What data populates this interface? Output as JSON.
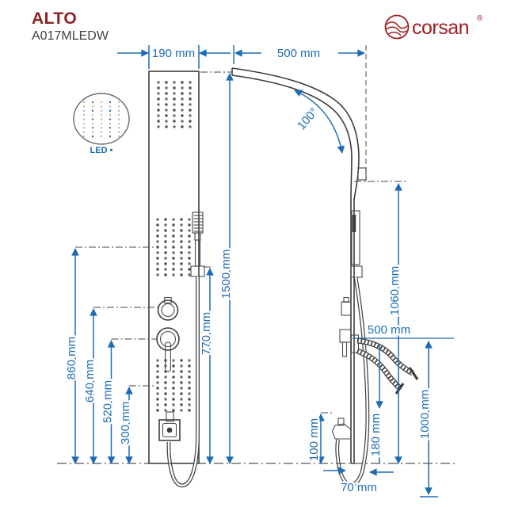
{
  "product": {
    "name": "ALTO",
    "code": "A017MLEDW"
  },
  "brand": {
    "name": "corsan",
    "mark": "®"
  },
  "detail": {
    "label": "LED •"
  },
  "colors": {
    "dimension_blue": "#1e6cb5",
    "title_red": "#8d2123",
    "brand_red": "#a01d21",
    "line_dark": "#3d3d3d"
  },
  "dims": {
    "d190": "190 mm",
    "d500top": "500 mm",
    "angle": "100°",
    "d1500": "1500 mm",
    "d770": "770 mm",
    "d860": "860 mm",
    "d640": "640 mm",
    "d520": "520 mm",
    "d300": "300 mm",
    "d1060": "1060 mm",
    "d500side": "500 mm",
    "d1000": "1000 mm",
    "d180": "180 mm",
    "d100": "100 mm",
    "d70": "70 mm"
  }
}
